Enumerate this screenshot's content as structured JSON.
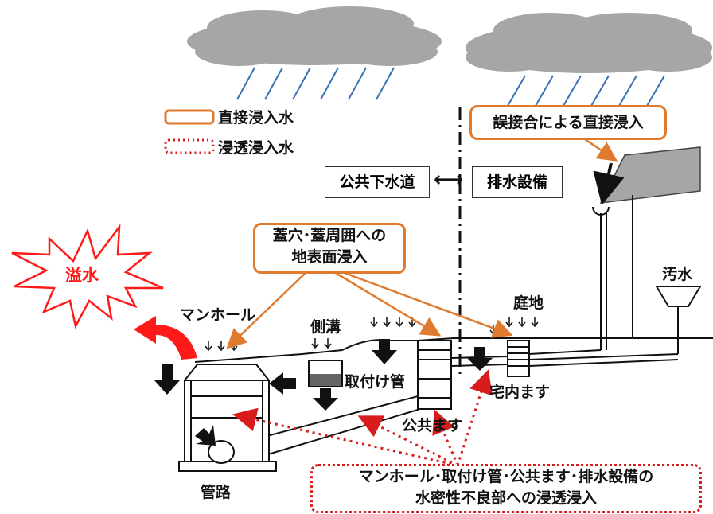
{
  "legend": {
    "direct_label": "直接浸入水",
    "infiltration_label": "浸透浸入水"
  },
  "callouts": {
    "misconnection": "誤接合による直接浸入",
    "surface_line1": "蓋穴･蓋周囲への",
    "surface_line2": "地表面浸入",
    "leak_line1": "マンホール･取付け管･公共ます･排水設備の",
    "leak_line2": "水密性不良部への浸透浸入"
  },
  "boundary": {
    "public_sewer": "公共下水道",
    "drainage_facility": "排水設備",
    "arrow": "⟷"
  },
  "labels": {
    "overflow": "溢水",
    "manhole": "マンホール",
    "gutter": "側溝",
    "lateral_pipe": "取付け管",
    "public_inlet": "公共ます",
    "private_inlet": "宅内ます",
    "garden": "庭地",
    "wastewater": "汚水",
    "sewer_pipe": "管路"
  },
  "colors": {
    "direct": "#e07a2e",
    "infiltration": "#d81b1b",
    "cloud": "#a6a6a6",
    "rain": "#3a6fb5",
    "overflow_fill": "#ff1a1a"
  }
}
